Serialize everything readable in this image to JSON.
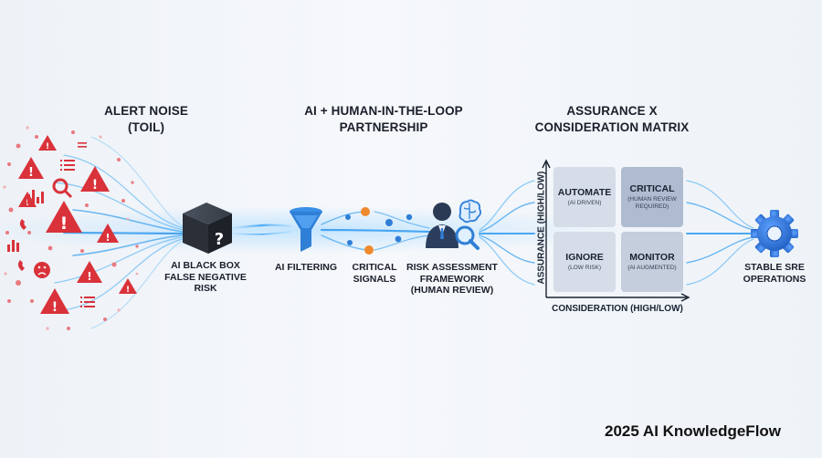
{
  "sections": {
    "alert_noise": [
      "ALERT NOISE",
      "(TOIL)"
    ],
    "partnership": [
      "AI + HUMAN-IN-THE-LOOP",
      "PARTNERSHIP"
    ],
    "matrix": [
      "ASSURANCE X",
      "CONSIDERATION MATRIX"
    ]
  },
  "nodes": {
    "black_box": [
      "AI BLACK BOX",
      "FALSE NEGATIVE",
      "RISK"
    ],
    "ai_filtering": [
      "AI FILTERING"
    ],
    "critical_signals": [
      "CRITICAL",
      "SIGNALS"
    ],
    "risk_assessment": [
      "RISK ASSESSMENT",
      "FRAMEWORK",
      "(HUMAN REVIEW)"
    ],
    "stable_ops": [
      "STABLE SRE",
      "OPERATIONS"
    ]
  },
  "matrix": {
    "cells": {
      "automate": {
        "main": "AUTOMATE",
        "sub": "(AI DRIVEN)"
      },
      "critical": {
        "main": "CRITICAL",
        "sub": [
          "(HUMAN REVIEW",
          "REQUIRED)"
        ]
      },
      "ignore": {
        "main": "IGNORE",
        "sub": "(LOW RISK)"
      },
      "monitor": {
        "main": "MONITOR",
        "sub": "(AI AUGMENTED)"
      }
    },
    "y_axis": "ASSURANCE (HIGH/LOW)",
    "x_axis": "CONSIDERATION (HIGH/LOW)"
  },
  "black_box_glyph": "?",
  "brand": "2025 AI KnowledgeFlow",
  "colors": {
    "alert_red": "#d9323a",
    "flow_blue": "#4aa8f0",
    "signal_orange": "#f08a2c",
    "signal_blue": "#2f7fd6",
    "matrix_light": "#d6dde8",
    "matrix_dark": "#aebbd0",
    "gear_blue": "#2b6fd0",
    "box_dark": "#2a2f38"
  },
  "icons": [
    "warning-icon",
    "magnifier-icon",
    "bar-chart-icon",
    "sad-face-icon",
    "list-icon",
    "phone-icon",
    "cube-icon",
    "funnel-icon",
    "user-icon",
    "brain-icon",
    "gear-icon"
  ]
}
